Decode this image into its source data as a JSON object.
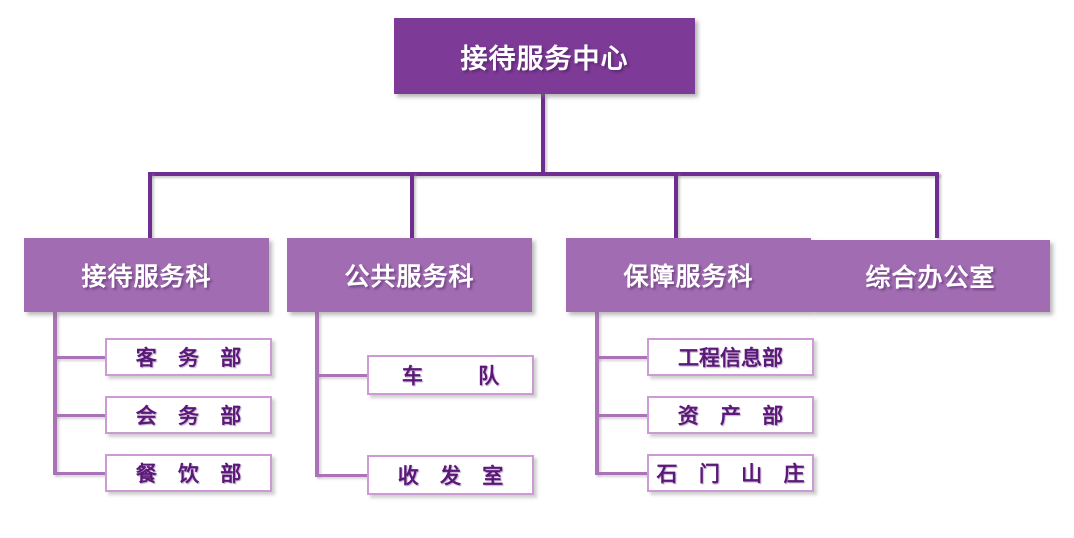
{
  "chart_data": {
    "type": "diagram",
    "title": "接待服务中心组织结构图",
    "diagram_kind": "org-chart",
    "orientation": "top-down",
    "levels": 3,
    "colors": {
      "root_fill": "#7d3a96",
      "department_fill": "#a26cb2",
      "team_fill": "#ffffff",
      "team_border": "#cd9ad6",
      "team_text": "#5b1878",
      "connector_level1": "#6f2d91",
      "connector_level2": "#ab72b8",
      "node_text": "#ffffff",
      "background": "#ffffff"
    },
    "nodes": [
      {
        "id": "root",
        "label": "接待服务中心",
        "level": 1,
        "parent": null
      },
      {
        "id": "dept1",
        "label": "接待服务科",
        "level": 2,
        "parent": "root"
      },
      {
        "id": "dept2",
        "label": "公共服务科",
        "level": 2,
        "parent": "root"
      },
      {
        "id": "dept3",
        "label": "保障服务科",
        "level": 2,
        "parent": "root"
      },
      {
        "id": "dept4",
        "label": "综合办公室",
        "level": 2,
        "parent": "root"
      },
      {
        "id": "team1",
        "label": "客务部",
        "level": 3,
        "parent": "dept1"
      },
      {
        "id": "team2",
        "label": "会务部",
        "level": 3,
        "parent": "dept1"
      },
      {
        "id": "team3",
        "label": "餐饮部",
        "level": 3,
        "parent": "dept1"
      },
      {
        "id": "team4",
        "label": "车队",
        "level": 3,
        "parent": "dept2"
      },
      {
        "id": "team5",
        "label": "收发室",
        "level": 3,
        "parent": "dept2"
      },
      {
        "id": "team6",
        "label": "工程信息部",
        "level": 3,
        "parent": "dept3"
      },
      {
        "id": "team7",
        "label": "资产部",
        "level": 3,
        "parent": "dept3"
      },
      {
        "id": "team8",
        "label": "石门山庄",
        "level": 3,
        "parent": "dept3"
      }
    ],
    "edges": [
      {
        "from": "root",
        "to": "dept1"
      },
      {
        "from": "root",
        "to": "dept2"
      },
      {
        "from": "root",
        "to": "dept3"
      },
      {
        "from": "root",
        "to": "dept4"
      },
      {
        "from": "dept1",
        "to": "team1"
      },
      {
        "from": "dept1",
        "to": "team2"
      },
      {
        "from": "dept1",
        "to": "team3"
      },
      {
        "from": "dept2",
        "to": "team4"
      },
      {
        "from": "dept2",
        "to": "team5"
      },
      {
        "from": "dept3",
        "to": "team6"
      },
      {
        "from": "dept3",
        "to": "team7"
      },
      {
        "from": "dept3",
        "to": "team8"
      }
    ]
  },
  "root": {
    "label": "接待服务中心"
  },
  "departments": [
    {
      "label": "接待服务科"
    },
    {
      "label": "公共服务科"
    },
    {
      "label": "保障服务科"
    },
    {
      "label": "综合办公室"
    }
  ],
  "teams": {
    "reception": [
      {
        "label": "客 务 部"
      },
      {
        "label": "会 务 部"
      },
      {
        "label": "餐 饮 部"
      }
    ],
    "public": [
      {
        "label": "车   队"
      },
      {
        "label": "收 发 室"
      }
    ],
    "support": [
      {
        "label": "工程信息部"
      },
      {
        "label": "资 产 部"
      },
      {
        "label": "石 门 山 庄"
      }
    ]
  }
}
